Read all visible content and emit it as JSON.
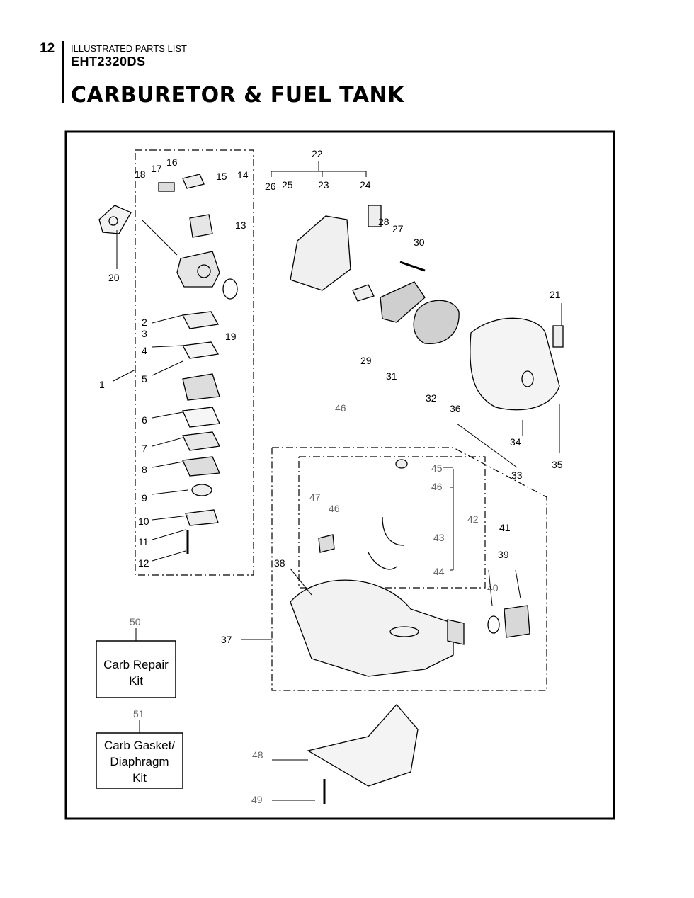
{
  "header": {
    "page_number": "12",
    "section": "ILLUSTRATED PARTS LIST",
    "model": "EHT2320DS",
    "title": "CARBURETOR & FUEL TANK"
  },
  "diagram": {
    "callouts": [
      "1",
      "2",
      "3",
      "4",
      "5",
      "6",
      "7",
      "8",
      "9",
      "10",
      "11",
      "12",
      "13",
      "14",
      "15",
      "16",
      "17",
      "18",
      "19",
      "20",
      "21",
      "22",
      "23",
      "24",
      "25",
      "26",
      "27",
      "28",
      "29",
      "30",
      "31",
      "32",
      "33",
      "34",
      "35",
      "36",
      "37",
      "38",
      "39",
      "40",
      "41",
      "42",
      "43",
      "44",
      "45",
      "46",
      "46",
      "46",
      "47",
      "48",
      "49",
      "50",
      "51"
    ],
    "kits": {
      "carb_repair": {
        "number": "50",
        "line1": "Carb Repair",
        "line2": "Kit"
      },
      "carb_gasket": {
        "number": "51",
        "line1": "Carb Gasket/",
        "line2": "Diaphragm",
        "line3": "Kit"
      }
    }
  },
  "colors": {
    "ink": "#000000",
    "gray_label": "#666666"
  }
}
